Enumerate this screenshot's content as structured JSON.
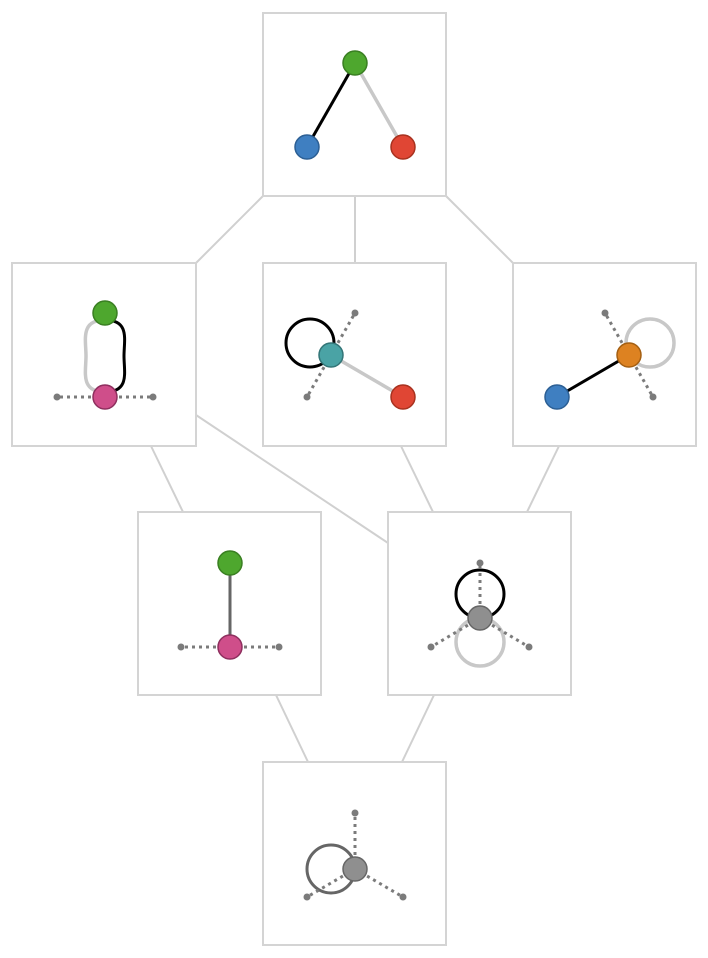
{
  "colors": {
    "green": "#4ea72e",
    "green_stroke": "#3a7f22",
    "blue": "#3f7fc1",
    "blue_stroke": "#2c5f94",
    "red": "#e04634",
    "red_stroke": "#a8321f",
    "magenta": "#cf4e8a",
    "magenta_stroke": "#8e2f5e",
    "teal": "#4aa3a5",
    "teal_stroke": "#337577",
    "orange": "#dd8221",
    "orange_stroke": "#a45f12",
    "gray": "#8f8f8f",
    "gray_stroke": "#666666",
    "edge_black": "#000000",
    "edge_light": "#c8c8c8",
    "edge_dark": "#666666",
    "dot": "#7b7b7b",
    "panel_border": "#d4d4d4"
  },
  "diagram": {
    "panels": [
      {
        "id": "top",
        "nodes": [
          "green",
          "blue",
          "red"
        ],
        "edges": [
          {
            "from": "green",
            "to": "blue",
            "style": "solid-black"
          },
          {
            "from": "green",
            "to": "red",
            "style": "solid-light"
          }
        ]
      },
      {
        "id": "mid-left",
        "nodes": [
          "green",
          "magenta"
        ],
        "edges": [
          {
            "from": "green",
            "to": "magenta",
            "style": "double-arc-black-light"
          },
          {
            "from": "magenta",
            "to": "stub",
            "style": "dotted"
          }
        ]
      },
      {
        "id": "mid-center",
        "nodes": [
          "teal",
          "red"
        ],
        "edges": [
          {
            "from": "teal",
            "to": "teal",
            "style": "loop-black"
          },
          {
            "from": "teal",
            "to": "red",
            "style": "solid-light"
          },
          {
            "from": "teal",
            "to": "stub",
            "style": "dotted"
          }
        ]
      },
      {
        "id": "mid-right",
        "nodes": [
          "blue",
          "orange"
        ],
        "edges": [
          {
            "from": "blue",
            "to": "orange",
            "style": "solid-black"
          },
          {
            "from": "orange",
            "to": "orange",
            "style": "loop-light"
          },
          {
            "from": "orange",
            "to": "stub",
            "style": "dotted"
          }
        ]
      },
      {
        "id": "low-left",
        "nodes": [
          "green",
          "magenta"
        ],
        "edges": [
          {
            "from": "green",
            "to": "magenta",
            "style": "solid-dark"
          },
          {
            "from": "magenta",
            "to": "stub",
            "style": "dotted"
          }
        ]
      },
      {
        "id": "low-right",
        "nodes": [
          "gray"
        ],
        "edges": [
          {
            "from": "gray",
            "to": "gray",
            "style": "loop-black"
          },
          {
            "from": "gray",
            "to": "gray",
            "style": "loop-light"
          },
          {
            "from": "gray",
            "to": "stub",
            "style": "dotted"
          }
        ]
      },
      {
        "id": "bottom",
        "nodes": [
          "gray"
        ],
        "edges": [
          {
            "from": "gray",
            "to": "gray",
            "style": "loop-dark"
          },
          {
            "from": "gray",
            "to": "stub",
            "style": "dotted"
          }
        ]
      }
    ],
    "connections": [
      {
        "from": "top",
        "to": "mid-left"
      },
      {
        "from": "top",
        "to": "mid-center"
      },
      {
        "from": "top",
        "to": "mid-right"
      },
      {
        "from": "mid-left",
        "to": "low-left"
      },
      {
        "from": "mid-left",
        "to": "low-right"
      },
      {
        "from": "mid-center",
        "to": "low-right"
      },
      {
        "from": "mid-right",
        "to": "low-right"
      },
      {
        "from": "low-left",
        "to": "bottom"
      },
      {
        "from": "low-right",
        "to": "bottom"
      }
    ]
  }
}
